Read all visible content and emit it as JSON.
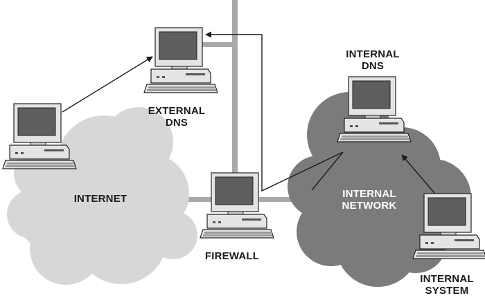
{
  "labels": {
    "external_dns": [
      "EXTERNAL",
      "DNS"
    ],
    "internet": "INTERNET",
    "firewall": "FIREWALL",
    "internal_dns": [
      "INTERNAL",
      "DNS"
    ],
    "internal_network": [
      "INTERNAL",
      "NETWORK"
    ],
    "internal_system": [
      "INTERNAL",
      "SYSTEM"
    ]
  },
  "colors": {
    "internet_cloud": "#d7d7d7",
    "internal_cloud": "#7b7b7b",
    "network_line": "#a9a9ab",
    "arrow": "#1a1a1a",
    "monitor_body": "#e4e4e4",
    "screen": "#5e5e5e",
    "outline": "#222222"
  },
  "icons": [
    "computer-icon",
    "cloud-icon",
    "arrow-icon"
  ]
}
